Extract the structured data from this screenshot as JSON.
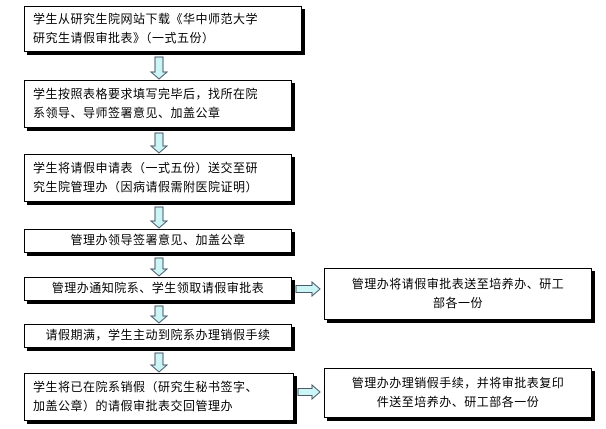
{
  "colors": {
    "arrow_fill": "#ccf5f5",
    "arrow_stroke": "#4a5a6a",
    "box_border": "#000000"
  },
  "steps": [
    {
      "lines": [
        "学生从研究生院网站下载《华中师范大学",
        "研究生请假审批表》（一式五份）"
      ]
    },
    {
      "lines": [
        "学生按照表格要求填写完毕后，找所在院",
        "系领导、导师签署意见、加盖公章"
      ]
    },
    {
      "lines": [
        "学生将请假申请表（一式五份）送交至研",
        "究生院管理办（因病请假需附医院证明）"
      ]
    },
    {
      "lines": [
        "管理办领导签署意见、加盖公章"
      ]
    },
    {
      "lines": [
        "管理办通知院系、学生领取请假审批表"
      ]
    },
    {
      "lines": [
        "请假期满，学生主动到院系办理销假手续"
      ]
    },
    {
      "lines": [
        "学生将已在院系销假（研究生秘书签字、",
        "加盖公章）的请假审批表交回管理办"
      ]
    }
  ],
  "side_notes": [
    {
      "lines": [
        "管理办将请假审批表送至培养办、研工",
        "部各一份"
      ]
    },
    {
      "lines": [
        "管理办办理销假手续，并将审批表复印",
        "件送至培养办、研工部各一份"
      ]
    }
  ]
}
